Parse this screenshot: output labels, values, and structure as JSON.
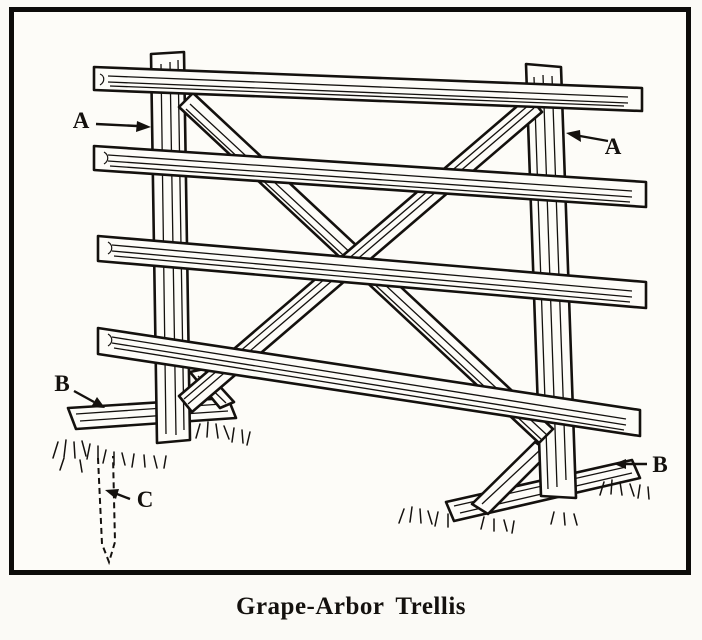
{
  "figure": {
    "caption": "Grape-Arbor Trellis",
    "labels": {
      "a_left": "A",
      "a_right": "A",
      "b_left": "B",
      "b_right": "B",
      "c": "C"
    },
    "colors": {
      "ink": "#14110e",
      "paper": "#fdfcf8"
    }
  }
}
